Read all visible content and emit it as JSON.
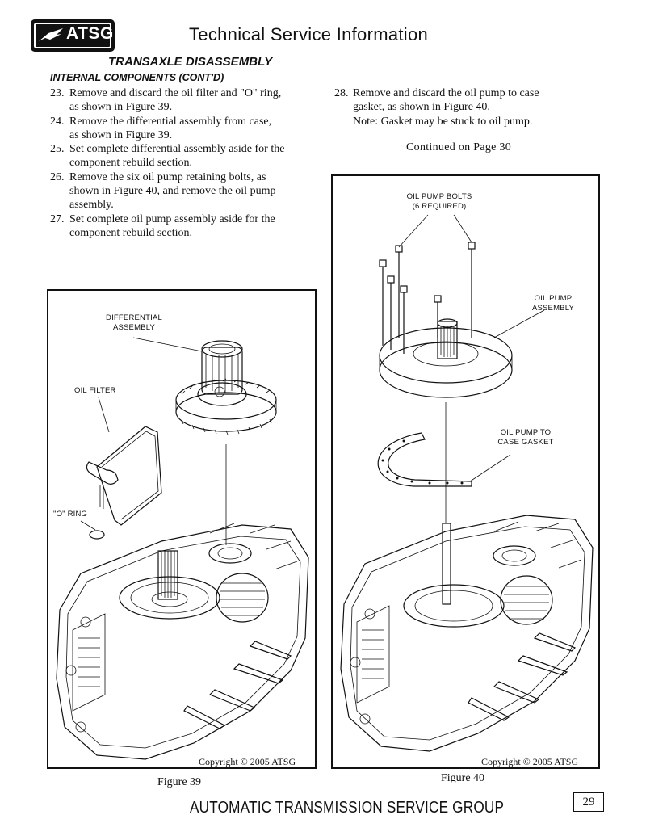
{
  "header": {
    "logo_text": "ATSG",
    "title": "Technical Service Information"
  },
  "section": {
    "title": "TRANSAXLE DISASSEMBLY",
    "subtitle": "INTERNAL COMPONENTS (CONT'D)"
  },
  "steps_left": [
    {
      "num": "23.",
      "text": "Remove and discard the oil filter and \"O\" ring,",
      "cont": "as shown in Figure 39."
    },
    {
      "num": "24.",
      "text": "Remove the differential assembly from case,",
      "cont": "as shown in Figure 39."
    },
    {
      "num": "25.",
      "text": "Set complete differential assembly aside for the",
      "cont": "component rebuild section."
    },
    {
      "num": "26.",
      "text": "Remove the six oil pump retaining bolts, as",
      "cont": "shown in Figure 40, and remove the oil pump",
      "cont2": "assembly."
    },
    {
      "num": "27.",
      "text": "Set complete oil pump assembly aside for the",
      "cont": "component rebuild section."
    }
  ],
  "steps_right": [
    {
      "num": "28.",
      "text": "Remove and discard the oil pump to case",
      "cont": "gasket, as shown in Figure 40.",
      "cont2": "Note: Gasket may be stuck to oil pump."
    }
  ],
  "continued": "Continued on Page 30",
  "figure39": {
    "callouts": {
      "differential": [
        "DIFFERENTIAL",
        "ASSEMBLY"
      ],
      "oil_filter": "OIL FILTER",
      "o_ring": "\"O\" RING"
    },
    "copyright": "Copyright © 2005 ATSG",
    "caption": "Figure 39"
  },
  "figure40": {
    "callouts": {
      "bolts": [
        "OIL PUMP BOLTS",
        "(6 REQUIRED)"
      ],
      "pump": [
        "OIL PUMP",
        "ASSEMBLY"
      ],
      "gasket": [
        "OIL PUMP TO",
        "CASE GASKET"
      ]
    },
    "copyright": "Copyright © 2005 ATSG",
    "caption": "Figure 40"
  },
  "footer": {
    "org": "AUTOMATIC TRANSMISSION SERVICE GROUP",
    "page": "29"
  }
}
